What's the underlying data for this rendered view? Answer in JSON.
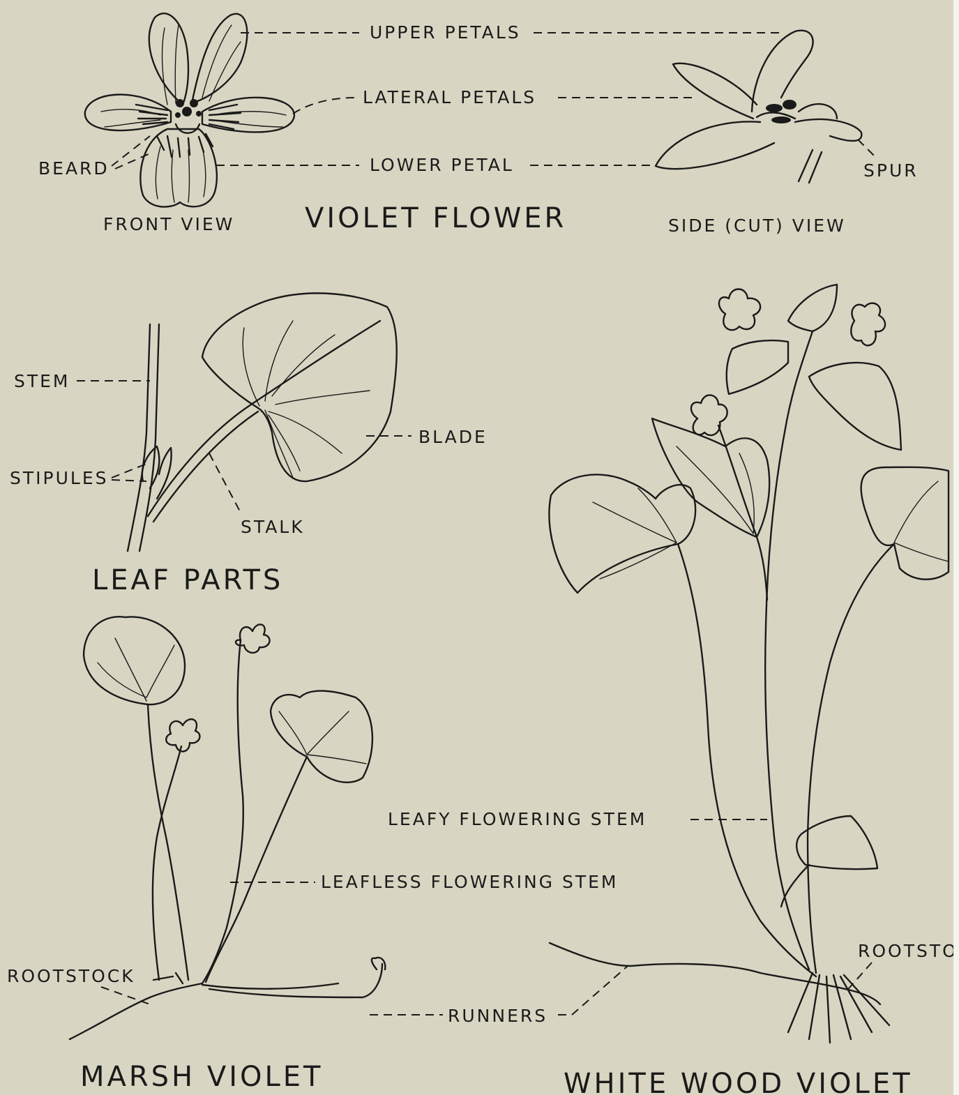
{
  "titles": {
    "flower": "VIOLET FLOWER",
    "leaf": "LEAF PARTS",
    "marsh": "MARSH VIOLET",
    "white": "WHITE WOOD VIOLET"
  },
  "views": {
    "front": "FRONT VIEW",
    "side": "SIDE (CUT) VIEW"
  },
  "labels": {
    "upper_petals": "UPPER PETALS",
    "lateral_petals": "LATERAL PETALS",
    "lower_petal": "LOWER PETAL",
    "beard": "BEARD",
    "spur": "SPUR",
    "stem": "STEM",
    "stipules": "STIPULES",
    "blade": "BLADE",
    "stalk": "STALK",
    "leafy_flowering_stem": "LEAFY FLOWERING STEM",
    "leafless_flowering_stem": "LEAFLESS FLOWERING STEM",
    "rootstock_marsh": "ROOTSTOCK",
    "runners": "RUNNERS",
    "rootstock_white": "ROOTSTO"
  },
  "colors": {
    "paper": "#d8d6c2",
    "ink": "#1a1a1a"
  }
}
